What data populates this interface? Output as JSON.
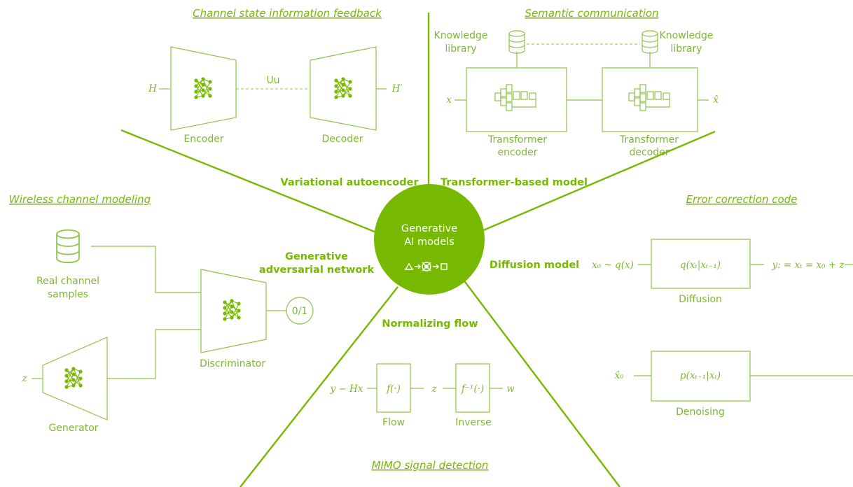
{
  "center": {
    "line1": "Generative",
    "line2": "AI models"
  },
  "sections": {
    "csi": {
      "title": "Channel state information feedback",
      "input": "H",
      "output": "H′",
      "link": "Uu",
      "encoder": "Encoder",
      "decoder": "Decoder"
    },
    "semantic": {
      "title": "Semantic communication",
      "kl_left_1": "Knowledge",
      "kl_left_2": "library",
      "kl_right_1": "Knowledge",
      "kl_right_2": "library",
      "input": "x",
      "output": "x̂",
      "enc_1": "Transformer",
      "enc_2": "encoder",
      "dec_1": "Transformer",
      "dec_2": "decoder"
    },
    "wireless": {
      "title": "Wireless channel modeling",
      "real_1": "Real channel",
      "real_2": "samples",
      "z": "z",
      "generator": "Generator",
      "discriminator": "Discriminator",
      "output": "0/1"
    },
    "ecc": {
      "title": "Error correction code",
      "x0": "x₀ ~ q(x)",
      "qbox": "q(xₜ|xₜ₋₁)",
      "yout": "y: = xₜ = x₀ + z",
      "diffusion": "Diffusion",
      "x0hat": "x̂₀",
      "pbox": "p(xₜ₋₁|xₜ)",
      "denoising": "Denoising"
    },
    "mimo": {
      "title": "MIMO signal detection",
      "input": "y − Hx",
      "f": "f(·)",
      "z": "z",
      "finv": "f⁻¹(·)",
      "w": "w",
      "flow": "Flow",
      "inverse": "Inverse"
    }
  },
  "models": {
    "vae": "Variational autoencoder",
    "transformer": "Transformer-based model",
    "gan_1": "Generative",
    "gan_2": "adversarial network",
    "diffusion": "Diffusion model",
    "flow": "Normalizing flow"
  },
  "colors": {
    "accent": "#76b900",
    "line": "#8cc34a"
  }
}
